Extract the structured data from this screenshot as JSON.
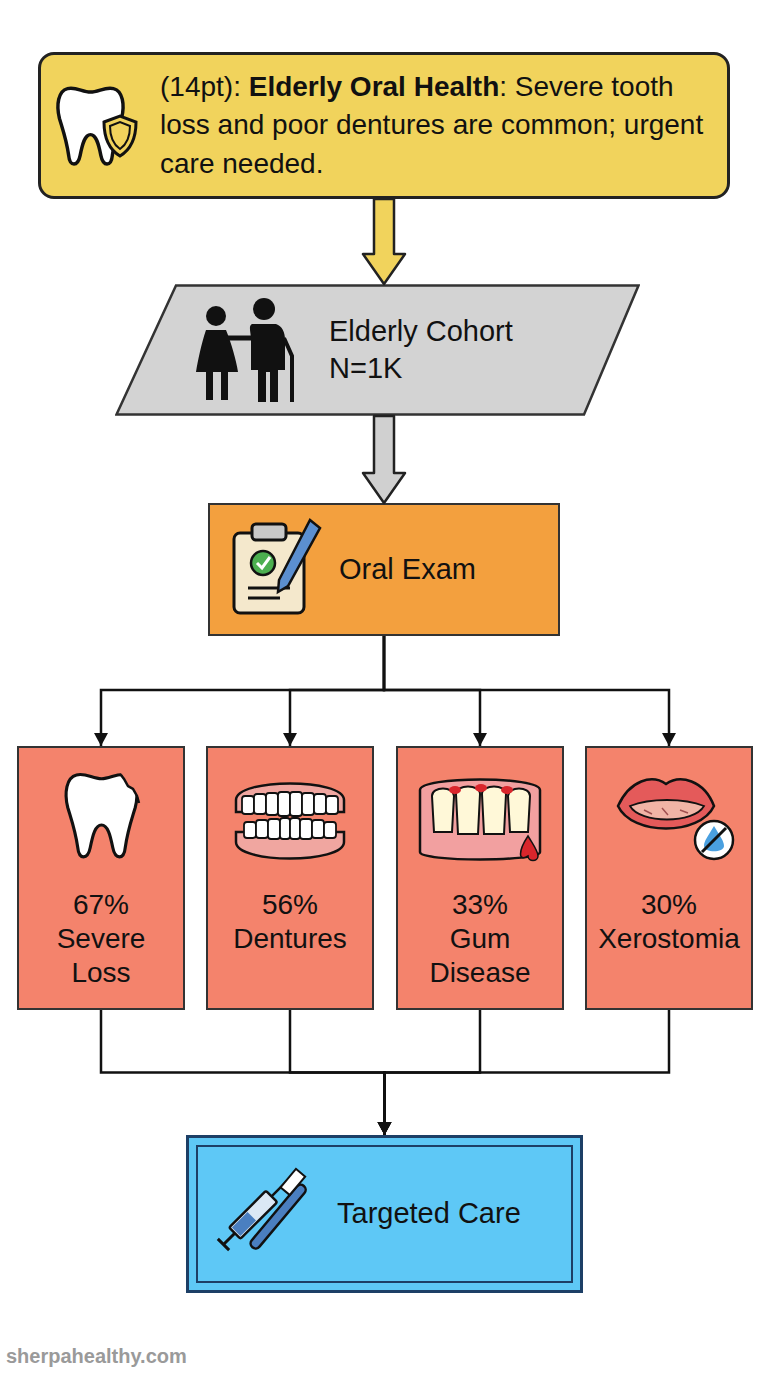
{
  "diagram": {
    "nodes": [
      {
        "text": [
          "(14pt): Elderly Oral Health: Severe tooth loss and poor dentures are common; urgent care needed."
        ]
      },
      {
        "text": [
          "Elderly Cohort N=1K"
        ]
      },
      {
        "text": [
          "Oral Exam"
        ]
      },
      {
        "text": [
          "67% Severe Loss"
        ]
      },
      {
        "text": [
          "56% Dentures"
        ]
      },
      {
        "text": [
          "33% Gum Disease"
        ]
      },
      {
        "text": [
          "30% Xerostomia"
        ]
      },
      {
        "text": [
          "Targeted Care"
        ]
      }
    ],
    "edges": [
      {
        "from": 0,
        "to": 1,
        "arrow": "to"
      },
      {
        "from": 1,
        "to": 2,
        "arrow": "to"
      },
      {
        "from": 2,
        "to": 3,
        "arrow": "to"
      },
      {
        "from": 2,
        "to": 4,
        "arrow": "to"
      },
      {
        "from": 2,
        "to": 5,
        "arrow": "to"
      },
      {
        "from": 2,
        "to": 6,
        "arrow": "to"
      },
      {
        "from": 3,
        "to": 7,
        "arrow": "to"
      },
      {
        "from": 4,
        "to": 7,
        "arrow": "to"
      },
      {
        "from": 5,
        "to": 7,
        "arrow": "to"
      },
      {
        "from": 6,
        "to": 7,
        "arrow": "to"
      }
    ],
    "labels": [
      "sherpahealthy.com"
    ]
  }
}
